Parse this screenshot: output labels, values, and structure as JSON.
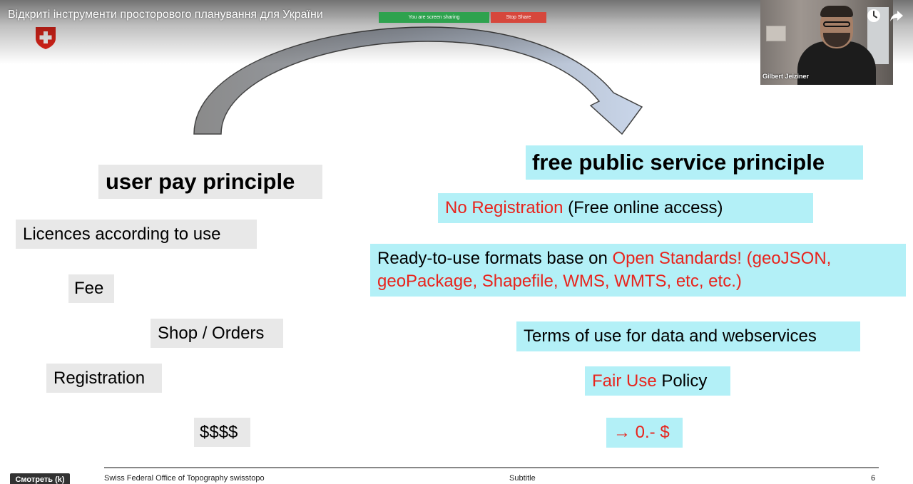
{
  "player": {
    "video_title": "Відкриті інструменти просторового планування для України",
    "watch_button_label": "Смотреть (k)"
  },
  "zoom": {
    "sharing_status": "You are screen sharing",
    "stop_share_label": "Stop Share",
    "participant_name": "Gilbert Jeiziner"
  },
  "slide": {
    "left_heading": "user pay principle",
    "left_items": [
      "Licences according to use",
      "Fee",
      "Shop / Orders",
      "Registration",
      "$$$$"
    ],
    "right_heading": "free public service principle",
    "no_registration_red": "No Registration",
    "no_registration_rest": " (Free online access)",
    "formats_prefix": "Ready-to-use formats base on ",
    "formats_red_line1": "Open Standards! (geoJSON,",
    "formats_red_line2": "geoPackage, Shapefile, WMS, WMTS, etc, etc.)",
    "terms": "Terms of use for data and webservices",
    "fair_use_red": "Fair Use",
    "fair_use_rest": " Policy",
    "price": "→ 0.- $",
    "footer_org": "Swiss Federal Office of Topography swisstopo",
    "footer_subtitle": "Subtitle",
    "footer_page": "6"
  },
  "colors": {
    "grey_box": "#e8e8e8",
    "cyan_box": "#b3f0f7",
    "emphasis_red": "#e8241d",
    "swiss_red": "#e1251b",
    "zoom_green": "#2ea24e",
    "zoom_red": "#d6473c"
  },
  "icons": [
    "swiss-cross-icon",
    "watch-later-icon",
    "share-icon",
    "curved-arrow-icon"
  ]
}
